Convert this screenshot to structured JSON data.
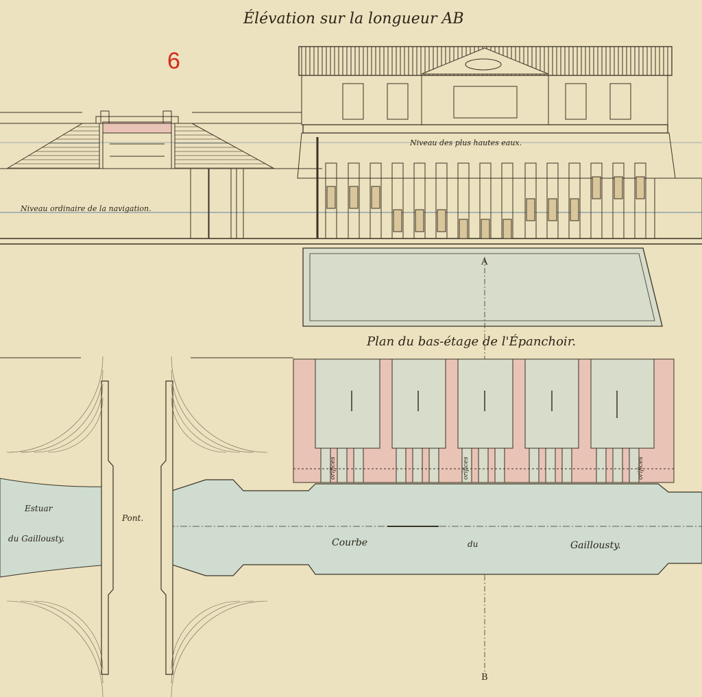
{
  "sheet_number": "6",
  "elevation": {
    "title": "Élévation sur la longueur AB",
    "water_label_high": "Niveau des plus hautes eaux.",
    "water_label_ordinary": "Niveau ordinaire de la navigation."
  },
  "plan": {
    "title": "Plan du bas-étage de l'Épanchoir.",
    "section_top": "A",
    "section_bottom": "B",
    "label_estuary_1": "Estuar",
    "label_estuary_2": "du Gaillousty.",
    "label_bridge": "Pont.",
    "label_course_1": "Courbe",
    "label_course_2": "du",
    "label_course_3": "Gaillousty.",
    "label_orifices": "orifices"
  },
  "colors": {
    "paper": "#ede2bf",
    "ink": "#3a3226",
    "pink_masonry": "#eac3b7",
    "water_blue": "#cfdccf",
    "red_number": "#d32a1e"
  }
}
